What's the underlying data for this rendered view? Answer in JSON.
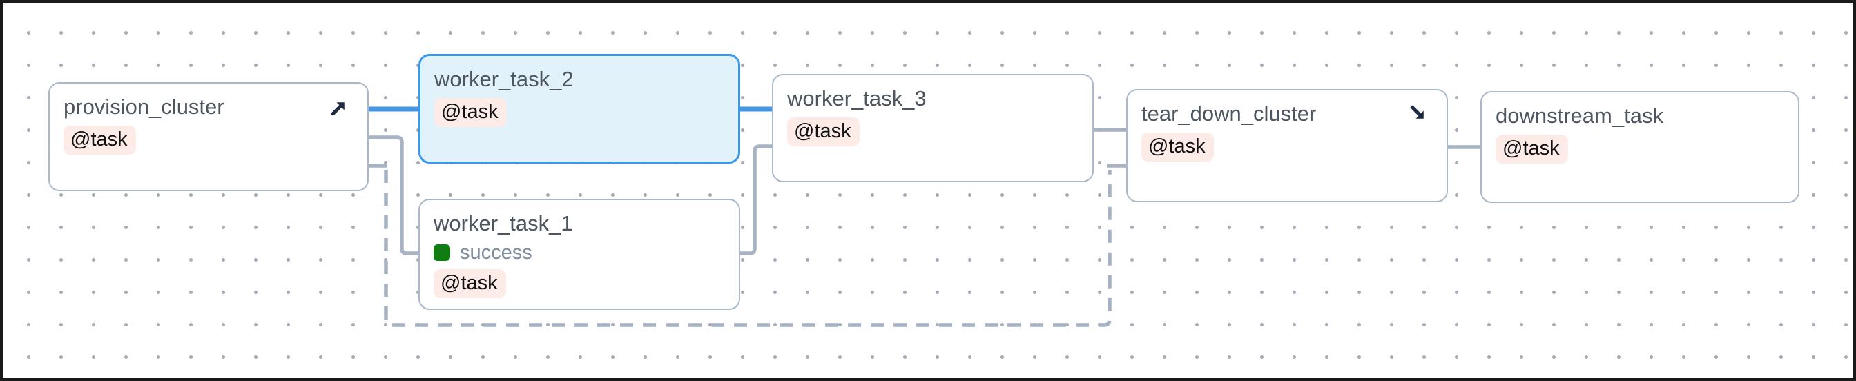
{
  "canvas": {
    "background": "#ffffff",
    "dot_grid_color": "#a7adb7"
  },
  "colors": {
    "node_border": "#aab8ca",
    "selected_node_border": "#3898ec",
    "selected_node_fill": "#e1f2fb",
    "edge_gray": "#a7b2c3",
    "edge_highlight_blue": "#4495e2",
    "decorator_badge_bg": "#fcebe6",
    "success_green": "#0f7d11",
    "arrow_icon_navy": "#1c2940",
    "title_text": "#4d5560",
    "state_text": "#7e8ca2"
  },
  "nodes": {
    "provision_cluster": {
      "label": "provision_cluster",
      "decorator": "@task",
      "icon": "setup-arrow"
    },
    "worker_task_2": {
      "label": "worker_task_2",
      "decorator": "@task",
      "selected": true
    },
    "worker_task_1": {
      "label": "worker_task_1",
      "decorator": "@task",
      "state": "success"
    },
    "worker_task_3": {
      "label": "worker_task_3",
      "decorator": "@task"
    },
    "tear_down_cluster": {
      "label": "tear_down_cluster",
      "decorator": "@task",
      "icon": "teardown-arrow"
    },
    "downstream_task": {
      "label": "downstream_task",
      "decorator": "@task"
    }
  },
  "edges": [
    {
      "from": "provision_cluster",
      "to": "worker_task_2",
      "style": "highlighted"
    },
    {
      "from": "provision_cluster",
      "to": "worker_task_1",
      "style": "normal"
    },
    {
      "from": "provision_cluster",
      "to": "tear_down_cluster",
      "style": "dashed-setup-teardown"
    },
    {
      "from": "worker_task_2",
      "to": "worker_task_3",
      "style": "highlighted"
    },
    {
      "from": "worker_task_1",
      "to": "worker_task_3",
      "style": "normal"
    },
    {
      "from": "worker_task_3",
      "to": "tear_down_cluster",
      "style": "normal"
    },
    {
      "from": "tear_down_cluster",
      "to": "downstream_task",
      "style": "normal"
    }
  ]
}
